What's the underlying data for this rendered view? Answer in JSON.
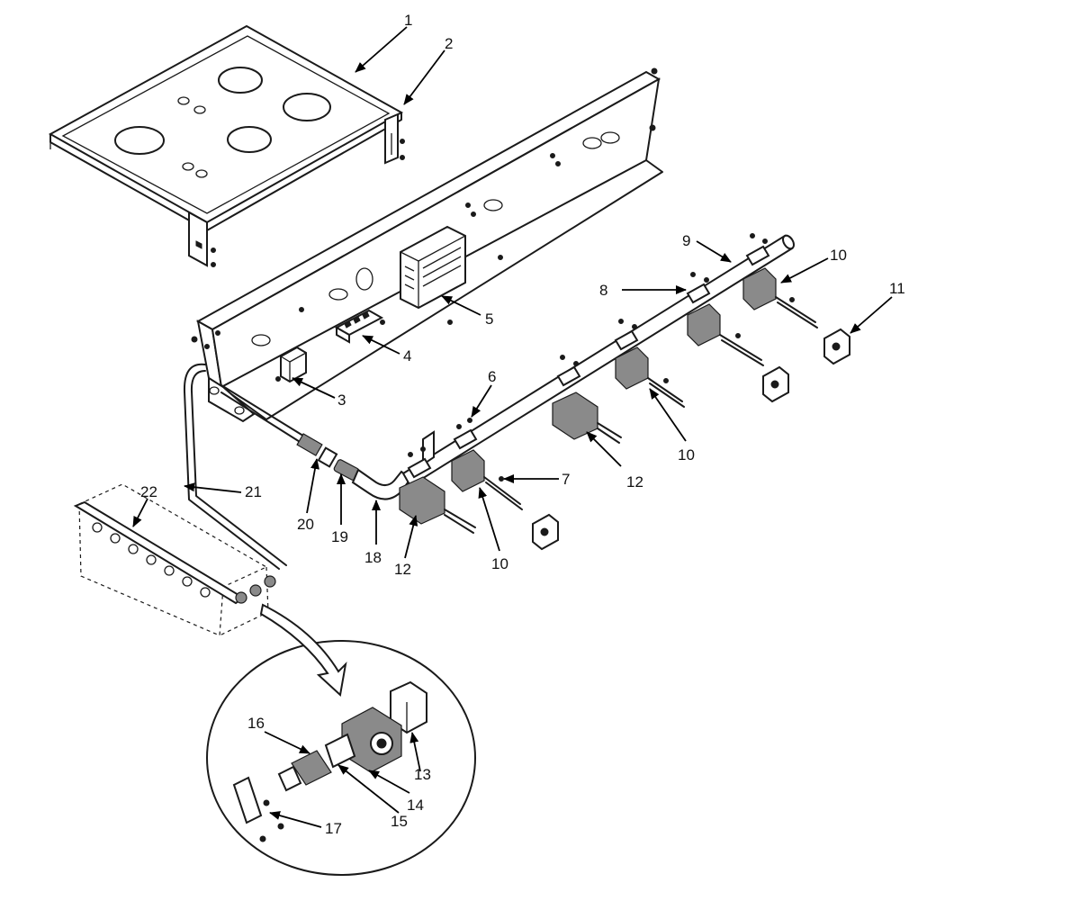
{
  "callouts": [
    {
      "id": "c1",
      "text": "1"
    },
    {
      "id": "c2",
      "text": "2"
    },
    {
      "id": "c3",
      "text": "3"
    },
    {
      "id": "c4",
      "text": "4"
    },
    {
      "id": "c5",
      "text": "5"
    },
    {
      "id": "c6",
      "text": "6"
    },
    {
      "id": "c7",
      "text": "7"
    },
    {
      "id": "c8",
      "text": "8"
    },
    {
      "id": "c9",
      "text": "9"
    },
    {
      "id": "c10a",
      "text": "10"
    },
    {
      "id": "c10b",
      "text": "10"
    },
    {
      "id": "c10c",
      "text": "10"
    },
    {
      "id": "c11",
      "text": "11"
    },
    {
      "id": "c12a",
      "text": "12"
    },
    {
      "id": "c12b",
      "text": "12"
    },
    {
      "id": "c13",
      "text": "13"
    },
    {
      "id": "c14",
      "text": "14"
    },
    {
      "id": "c15",
      "text": "15"
    },
    {
      "id": "c16",
      "text": "16"
    },
    {
      "id": "c17",
      "text": "17"
    },
    {
      "id": "c18",
      "text": "18"
    },
    {
      "id": "c19",
      "text": "19"
    },
    {
      "id": "c20",
      "text": "20"
    },
    {
      "id": "c21",
      "text": "21"
    },
    {
      "id": "c22",
      "text": "22"
    }
  ]
}
